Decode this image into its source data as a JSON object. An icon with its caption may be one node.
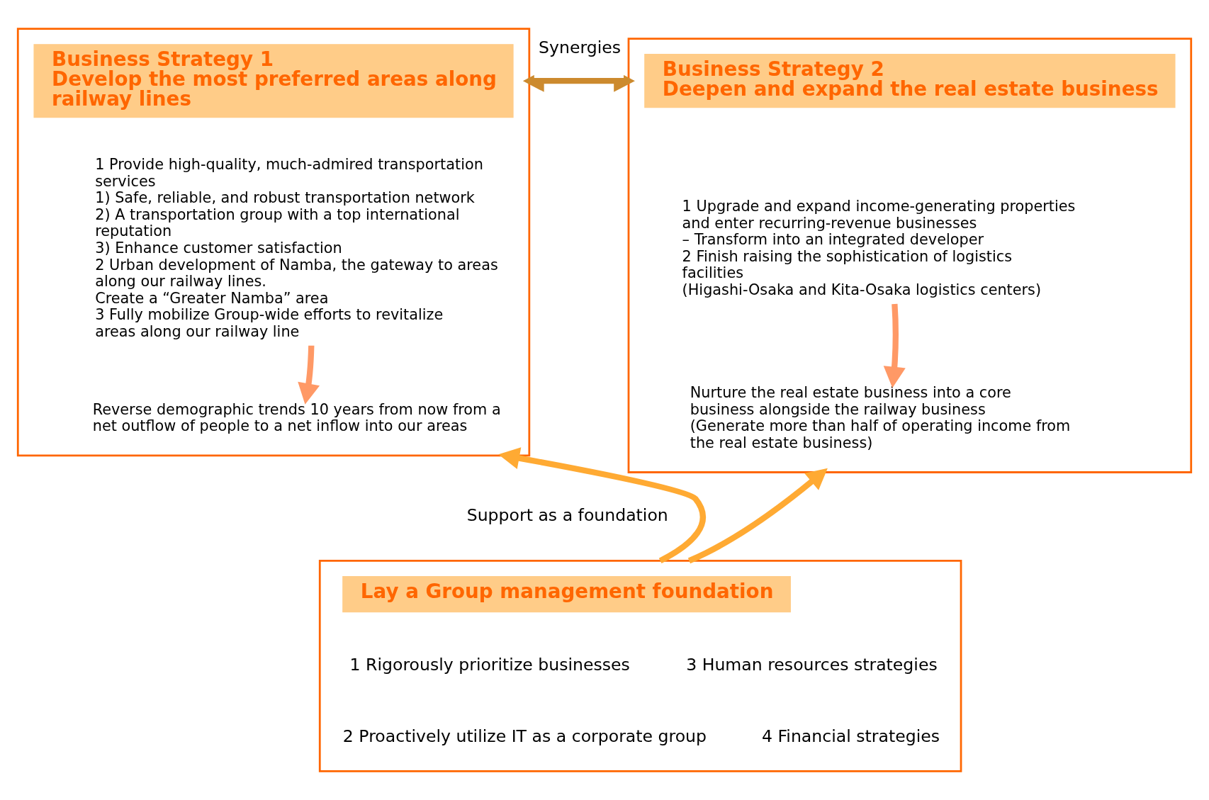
{
  "diagram": {
    "nodes": [
      {
        "text": [],
        "shape": "box"
      },
      {
        "text": [
          "Business Strategy 1",
          "Develop the most preferred areas along railway lines"
        ],
        "in": 0
      },
      {
        "text": [
          "1 Provide high-quality, much-admired transportation services",
          "1) Safe, reliable, and robust transportation network",
          "2) A transportation group with a top international reputation",
          "3) Enhance customer satisfaction",
          "2 Urban development of Namba, the gateway to areas along our railway lines.",
          "Create a “Greater Namba” area",
          "3 Fully mobilize Group-wide efforts to revitalize areas along our railway line"
        ],
        "in": 0
      },
      {
        "text": [
          "Reverse demographic trends 10 years from now from a net outflow of people to a net inflow into our areas"
        ],
        "in": 0
      },
      {
        "text": [],
        "shape": "box"
      },
      {
        "text": [
          "Business Strategy 2",
          "Deepen and expand the real estate business"
        ],
        "in": 4
      },
      {
        "text": [
          "1 Upgrade and expand income-generating properties and enter recurring-revenue businesses",
          "– Transform into an integrated developer",
          "2 Finish raising the sophistication of logistics facilities",
          "(Higashi-Osaka and Kita-Osaka logistics centers)"
        ],
        "in": 4
      },
      {
        "text": [
          "Nurture the real estate business into a core business alongside the railway business",
          "(Generate more than half of operating income from the real estate business)"
        ],
        "in": 4
      },
      {
        "text": [],
        "shape": "box"
      },
      {
        "text": [
          "Lay a Group management foundation"
        ],
        "in": 8
      }
    ],
    "edges": [
      {
        "from": 2,
        "to": 3,
        "arrow": "to",
        "color": "#ff9966"
      },
      {
        "from": 6,
        "to": 7,
        "arrow": "to",
        "color": "#ff9966"
      },
      {
        "from": 0,
        "to": 4,
        "arrow": "both",
        "label": "Synergies",
        "color": "#cc8a2e"
      },
      {
        "from": 8,
        "to": 0,
        "arrow": "to",
        "color": "#ffaa33"
      },
      {
        "from": 8,
        "to": 4,
        "arrow": "to",
        "color": "#ffaa33"
      }
    ],
    "labels": [
      "Support as a foundation",
      "1 Rigorously prioritize businesses",
      "2 Proactively utilize IT as a corporate group",
      "3 Human resources strategies",
      "4 Financial strategies"
    ]
  }
}
